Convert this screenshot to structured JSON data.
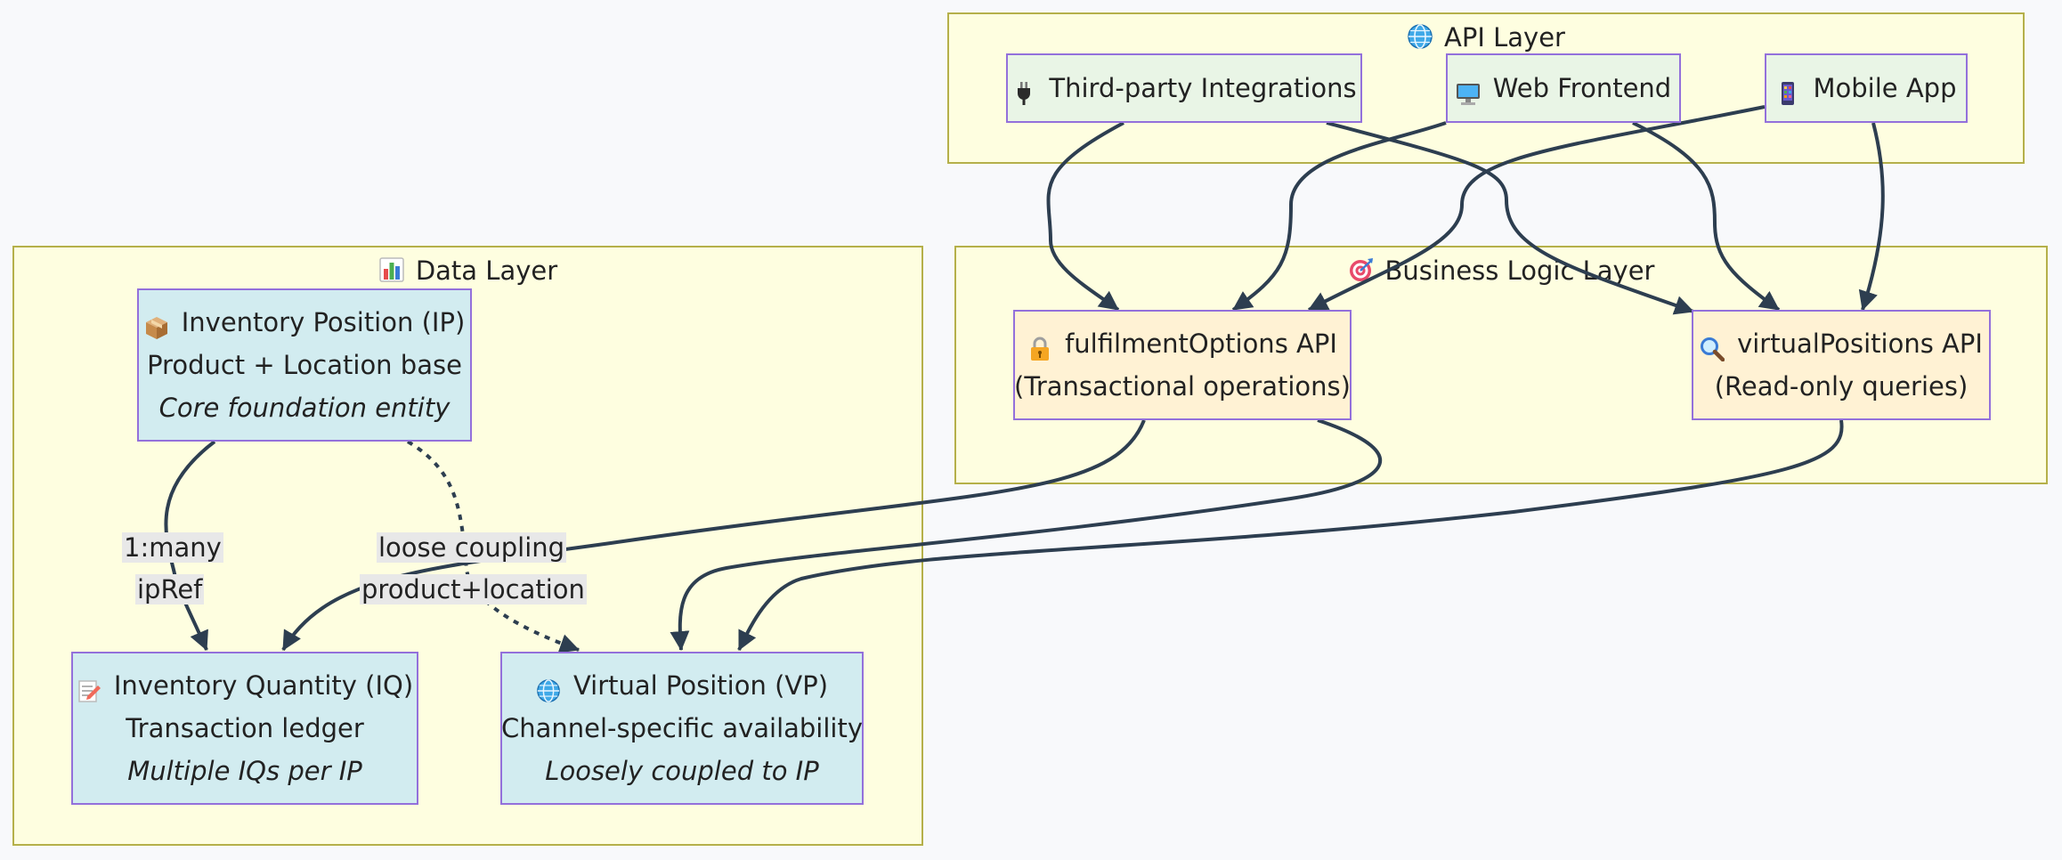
{
  "clusters": {
    "api_layer": {
      "icon": "globe-icon",
      "title": "API Layer"
    },
    "business_layer": {
      "icon": "target-icon",
      "title": "Business Logic Layer"
    },
    "data_layer": {
      "icon": "bar-chart-icon",
      "title": "Data Layer"
    }
  },
  "nodes": {
    "third_party": {
      "icon": "plug-icon",
      "label": "Third-party Integrations"
    },
    "web_frontend": {
      "icon": "desktop-computer-icon",
      "label": "Web Frontend"
    },
    "mobile_app": {
      "icon": "mobile-phone-icon",
      "label": "Mobile App"
    },
    "fulfilment_options": {
      "icon": "lock-icon",
      "label": "fulfilmentOptions API",
      "sublabel": "(Transactional operations)"
    },
    "virtual_positions": {
      "icon": "magnifier-icon",
      "label": "virtualPositions API",
      "sublabel": "(Read-only queries)"
    },
    "inventory_position": {
      "icon": "package-icon",
      "label": "Inventory Position (IP)",
      "line2": "Product + Location base",
      "line3": "Core foundation entity"
    },
    "inventory_quantity": {
      "icon": "memo-icon",
      "label": "Inventory Quantity (IQ)",
      "line2": "Transaction ledger",
      "line3": "Multiple IQs per IP"
    },
    "virtual_position": {
      "icon": "globe-icon",
      "label": "Virtual Position (VP)",
      "line2": "Channel-specific availability",
      "line3": "Loosely coupled to IP"
    }
  },
  "edge_labels": {
    "ip_iq_1": "1:many",
    "ip_iq_2": "ipRef",
    "ip_vp_1": "loose coupling",
    "ip_vp_2": "product+location"
  },
  "colors": {
    "edge": "#2d3e50",
    "node_border": "#9370db",
    "cluster_bg": "#fefee0",
    "cluster_border": "#b5b04a",
    "api_node_bg": "#e9f5e6",
    "business_node_bg": "#fff2d4",
    "data_node_bg": "#d2ecf0",
    "edge_label_bg": "#e8e8e8"
  }
}
